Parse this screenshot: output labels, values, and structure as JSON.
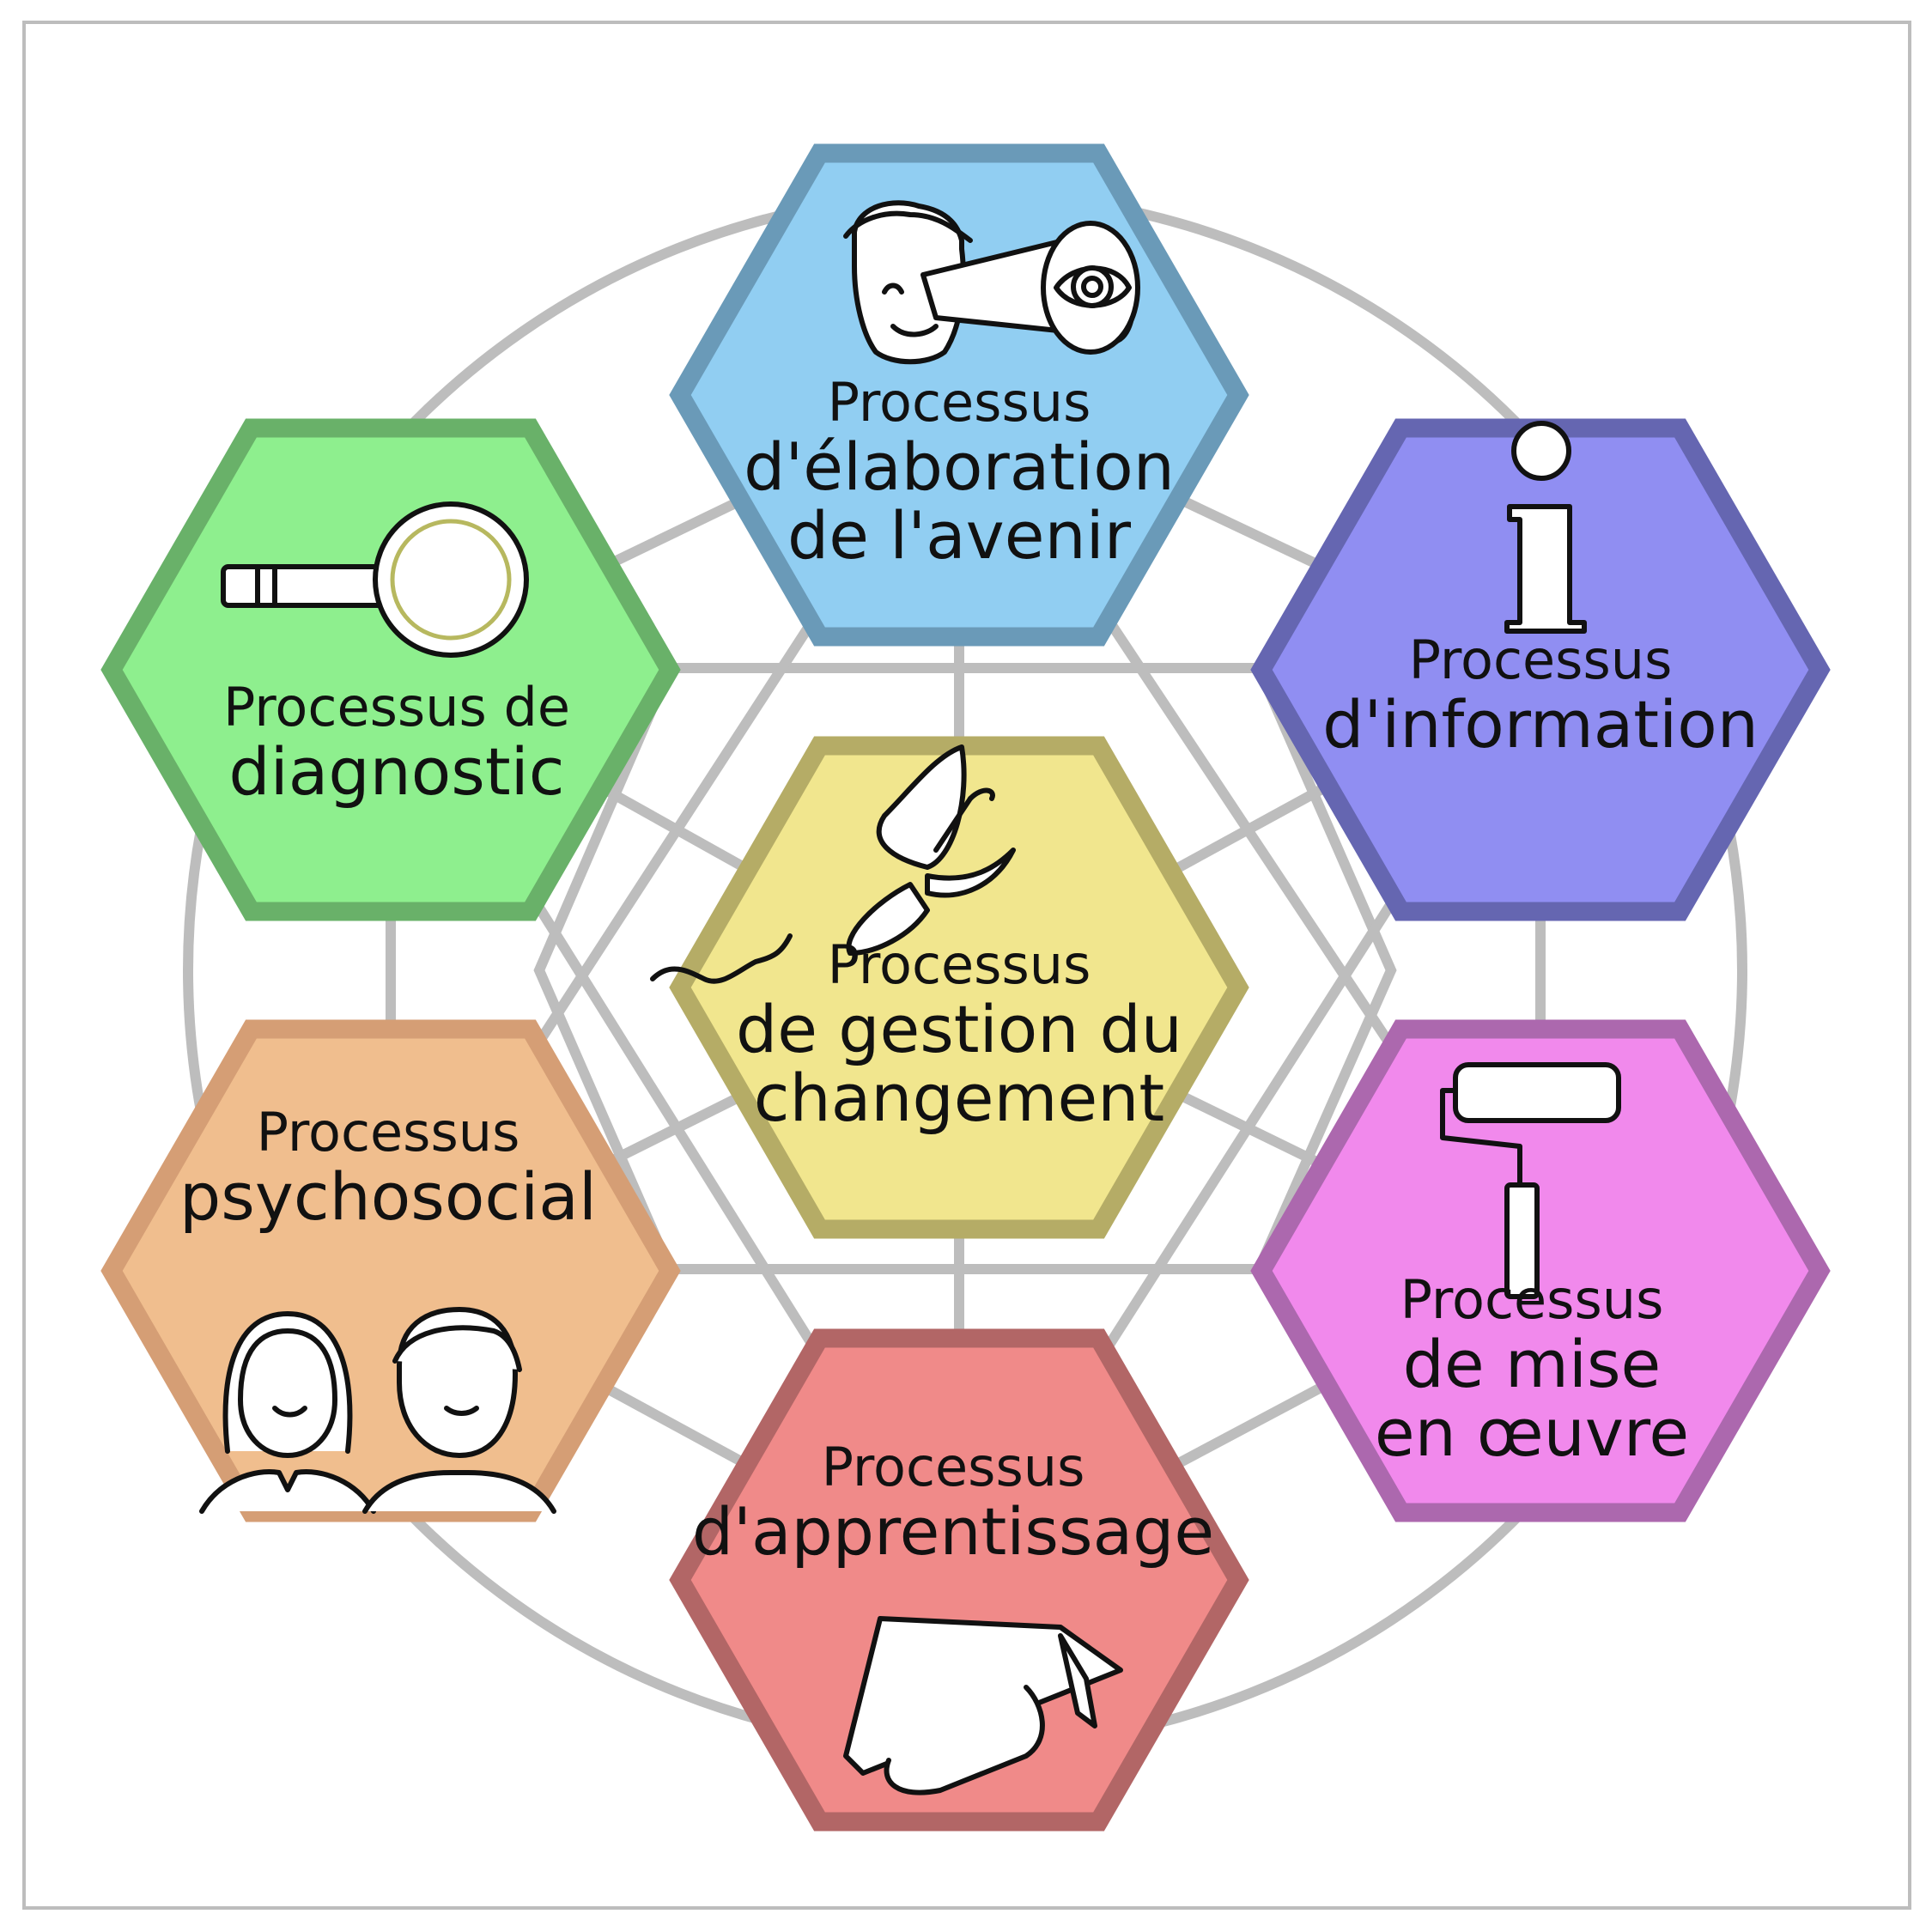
{
  "diagram": {
    "center": {
      "lines": [
        "Processus",
        "de gestion du",
        "changement"
      ],
      "icon": "butterfly-caterpillar-icon",
      "color": "#F1E68E",
      "border": "#B5AC66"
    },
    "nodes": [
      {
        "id": "avenir",
        "lines": [
          "Processus",
          "d'élaboration",
          "de l'avenir"
        ],
        "icon": "telescope-person-icon",
        "color": "#91CEF2",
        "border": "#6A9AB8"
      },
      {
        "id": "information",
        "lines": [
          "Processus",
          "d'information"
        ],
        "icon": "info-icon",
        "color": "#908EF2",
        "border": "#6566B1"
      },
      {
        "id": "mise-en-oeuvre",
        "lines": [
          "Processus",
          "de mise",
          "en œuvre"
        ],
        "icon": "paint-roller-icon",
        "color": "#F189EC",
        "border": "#AC68AE"
      },
      {
        "id": "apprentissage",
        "lines": [
          "Processus",
          "d'apprentissage"
        ],
        "icon": "graduation-cap-icon",
        "color": "#F08A89",
        "border": "#B26666"
      },
      {
        "id": "psychosocial",
        "lines": [
          "Processus",
          "psychosocial"
        ],
        "icon": "two-people-icon",
        "color": "#F0BE8E",
        "border": "#D59E75"
      },
      {
        "id": "diagnostic",
        "lines": [
          "Processus de",
          "diagnostic"
        ],
        "icon": "magnifying-glass-icon",
        "color": "#8EEF8E",
        "border": "#69B169"
      }
    ],
    "network_color": "#BDBDBD",
    "frame_color": "#BDBDBD"
  }
}
